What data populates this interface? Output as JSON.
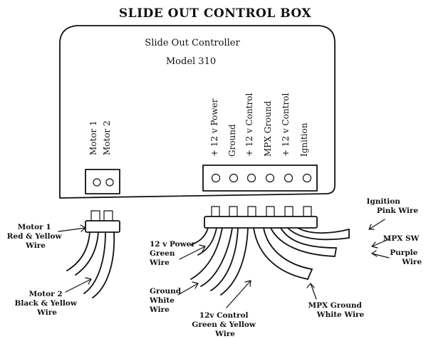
{
  "diagram": {
    "title": "SLIDE OUT CONTROL BOX",
    "controller_name": "Slide Out Controller",
    "model": "Model 310",
    "motor_terminals": [
      "Motor 1",
      "Motor 2"
    ],
    "control_terminals": [
      "+ 12 v Power",
      "Ground",
      "+ 12 v Control",
      "MPX Ground",
      "+ 12 v Control",
      "Ignition"
    ],
    "wire_labels": {
      "motor1": [
        "Motor 1",
        "Red & Yellow",
        "Wire"
      ],
      "motor2": [
        "Motor 2",
        "Black & Yellow",
        "Wire"
      ],
      "power": [
        "12 v Power",
        "Green",
        "Wire"
      ],
      "ground": [
        "Ground",
        "White",
        "Wire"
      ],
      "control": [
        "12v Control",
        "Green & Yellow",
        "Wire"
      ],
      "mpx_ground": [
        "MPX Ground",
        "White Wire"
      ],
      "mpx_sw": [
        "MPX SW",
        "Purple",
        "Wire"
      ],
      "ignition": [
        "Ignition",
        "Pink Wire"
      ]
    }
  }
}
